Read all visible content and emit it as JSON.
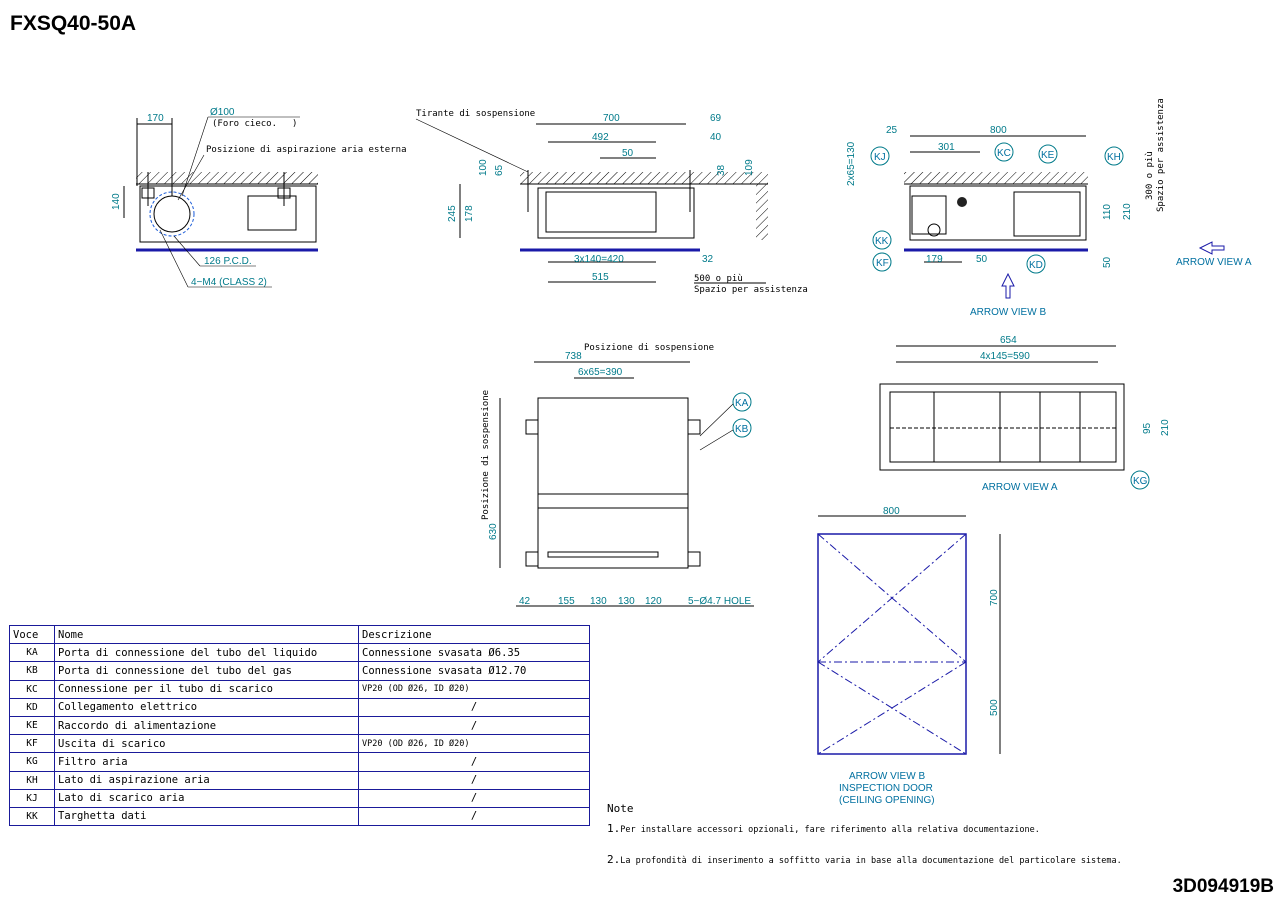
{
  "header": {
    "title": "FXSQ40-50A",
    "doc_number": "3D094919B"
  },
  "views": {
    "side_left": {
      "dims": [
        "170",
        "Ø100",
        "(Foro cieco.",
        ")",
        "140",
        "126 P.C.D.",
        "4−M4 (CLASS 2)"
      ],
      "label_outside_air": "Posizione di aspirazione aria esterna"
    },
    "front": {
      "label_hanger": "Tirante di sospensione",
      "dims": [
        "700",
        "69",
        "492",
        "40",
        "50",
        "38",
        "109",
        "100",
        "65",
        "245",
        "178",
        "3x140=420",
        "32",
        "515"
      ],
      "service_space": [
        "500 o più",
        "Spazio per assistenza"
      ]
    },
    "side_right": {
      "dims": [
        "25",
        "800",
        "301",
        "2x65=130",
        "110",
        "210",
        "179",
        "50",
        "50"
      ],
      "service_space": [
        "300 o più",
        "Spazio per assistenza"
      ],
      "callouts": [
        "KJ",
        "KC",
        "KE",
        "KH",
        "KK",
        "KF",
        "KD"
      ],
      "arrow_view_a": "ARROW VIEW A",
      "arrow_view_b": "ARROW VIEW B"
    },
    "top": {
      "label_suspension": "Posizione di sospensione",
      "label_suspension_vertical": "Posizione di sospensione",
      "dims": [
        "738",
        "6x65=390",
        "630",
        "42",
        "155",
        "130",
        "130",
        "120"
      ],
      "hole": "5−Ø4.7 HOLE",
      "callouts": [
        "KA",
        "KB"
      ]
    },
    "arrow_a_view": {
      "dims": [
        "654",
        "4x145=590",
        "95",
        "210"
      ],
      "caption": "ARROW VIEW A",
      "callout": "KG"
    },
    "inspection": {
      "dims": [
        "800",
        "700",
        "500"
      ],
      "caption": [
        "ARROW VIEW B",
        "INSPECTION DOOR",
        "(CEILING OPENING)"
      ]
    }
  },
  "table": {
    "headers": [
      "Voce",
      "Nome",
      "Descrizione"
    ],
    "rows": [
      {
        "code": "KA",
        "name": "Porta di connessione del tubo del liquido",
        "desc": "Connessione svasata Ø6.35"
      },
      {
        "code": "KB",
        "name": "Porta di connessione del tubo del gas",
        "desc": "Connessione svasata Ø12.70"
      },
      {
        "code": "KC",
        "name": "Connessione per il tubo di scarico",
        "desc": "VP20 (OD Ø26, ID Ø20)"
      },
      {
        "code": "KD",
        "name": "Collegamento elettrico",
        "desc": "/"
      },
      {
        "code": "KE",
        "name": "Raccordo di alimentazione",
        "desc": "/"
      },
      {
        "code": "KF",
        "name": "Uscita di scarico",
        "desc": "VP20 (OD Ø26, ID Ø20)"
      },
      {
        "code": "KG",
        "name": "Filtro aria",
        "desc": "/"
      },
      {
        "code": "KH",
        "name": "Lato di aspirazione aria",
        "desc": "/"
      },
      {
        "code": "KJ",
        "name": "Lato di scarico aria",
        "desc": "/"
      },
      {
        "code": "KK",
        "name": "Targhetta dati",
        "desc": "/"
      }
    ]
  },
  "notes": {
    "title": "Note",
    "items": [
      {
        "num": "1.",
        "text": "Per installare accessori opzionali, fare riferimento alla relativa documentazione."
      },
      {
        "num": "2.",
        "text": "La profondità di inserimento a soffitto varia in base alla documentazione del particolare sistema."
      }
    ]
  }
}
